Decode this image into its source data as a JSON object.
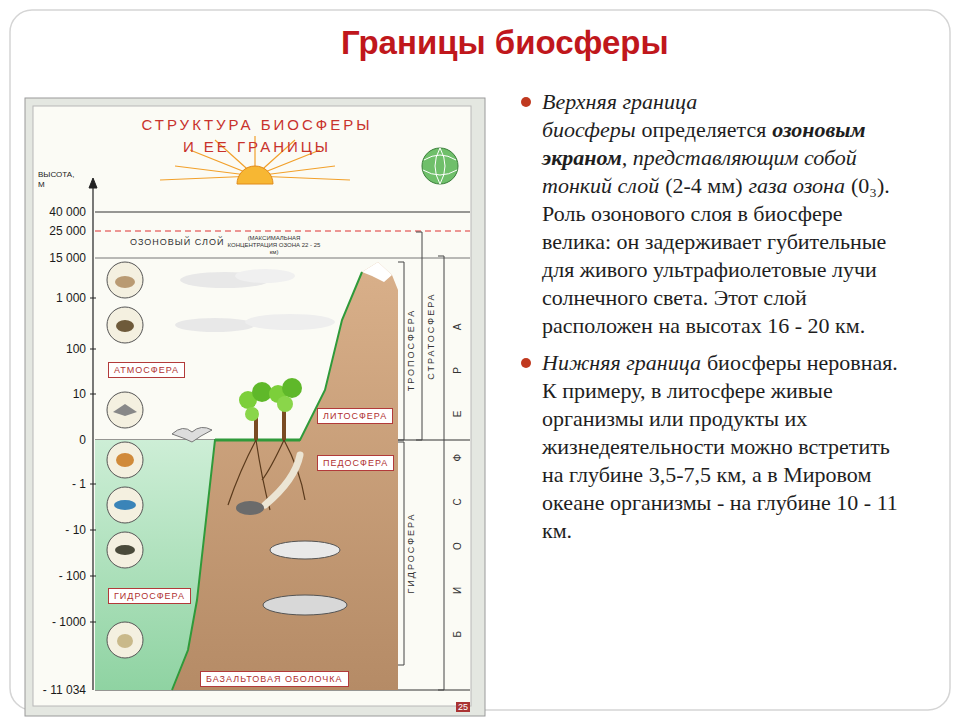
{
  "diagram": {
    "title": "Границы биосферы",
    "nodes": [
      {
        "text": [
          "СТРУКТУРА БИОСФЕРЫ И ЕЕ ГРАНИЦЫ"
        ]
      },
      {
        "text": [
          "АТМОСФЕРА"
        ],
        "in": 0
      },
      {
        "text": [
          "ЛИТОСФЕРА"
        ],
        "in": 0
      },
      {
        "text": [
          "ПЕДОСФЕРА"
        ],
        "in": 0
      },
      {
        "text": [
          "ГИДРОСФЕРА"
        ],
        "in": 0
      },
      {
        "text": [
          "БАЗАЛЬТОВАЯ ОБОЛОЧКА"
        ],
        "in": 0
      }
    ],
    "edges": [],
    "labels": [
      "ВЫСОТА, М",
      "40 000",
      "25 000",
      "15 000",
      "1 000",
      "100",
      "10",
      "0",
      "- 1",
      "- 10",
      "- 100",
      "- 1000",
      "- 11 034",
      "ОЗОНОВЫЙ СЛОЙ",
      "(МАКСИМАЛЬНАЯ КОНЦЕНТРАЦИЯ ОЗОНА 22 - 25 км)",
      "ТРОПОСФЕРА",
      "СТРАТОСФЕРА",
      "Б И О С Ф Е Р А",
      "ГИДРОСФЕРА",
      "25",
      "Верхняя граница биосферы",
      "определяется",
      "озоновым экраном",
      ", представляющим собой тонкий слой",
      "(2-4 мм)",
      "газа озона",
      "(0₃). Роль озонового слоя в биосфере велика: он задерживает губительные для живого ультрафиолетовые лучи солнечного света. Этот слой расположен на высотах 16 - 20 км.",
      "Нижняя граница",
      "биосферы неровная. К примеру, в литосфере живые организмы или продукты их жизнедеятельности можно встретить на глубине 3,5-7,5 км, а в Мировом океане организмы - на глубине 10 - 11 км."
    ]
  }
}
